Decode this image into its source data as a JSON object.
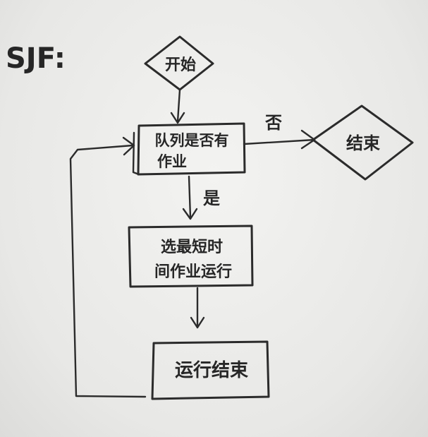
{
  "diagram": {
    "title": "SJF:",
    "nodes": {
      "start": "开始",
      "check": [
        "队列是否有",
        "作业"
      ],
      "select": [
        "选最短时",
        "间作业运行"
      ],
      "run_end": "运行结束",
      "end": "结束"
    },
    "edges": {
      "no_label": "否",
      "yes_label": "是"
    },
    "ink_color": "#2b2b2b",
    "paper_color": "#efefed"
  }
}
